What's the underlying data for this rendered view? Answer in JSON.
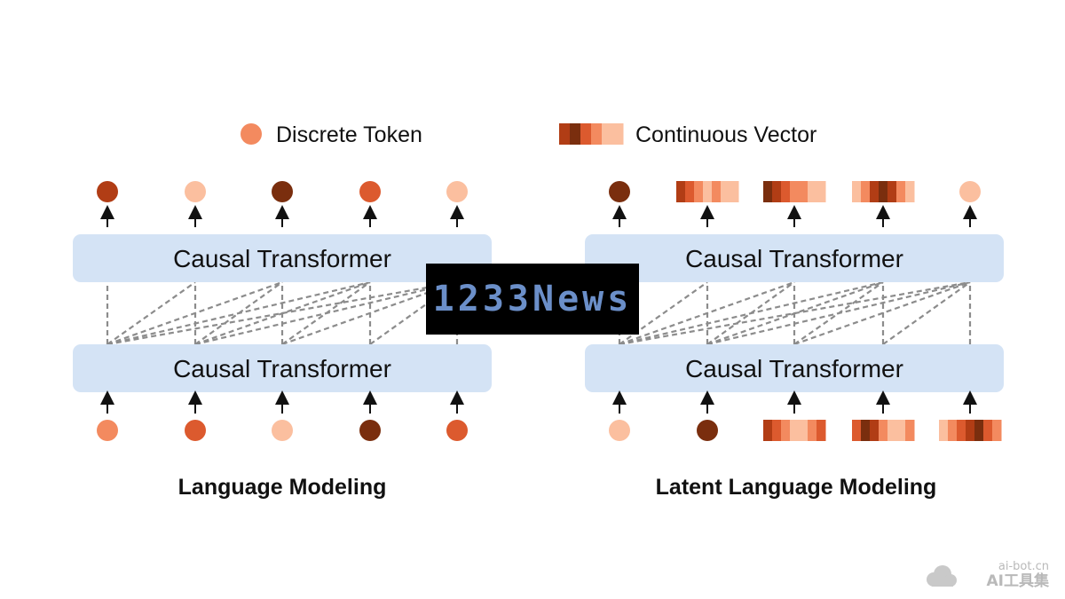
{
  "colors": {
    "box_fill": "#d4e3f5",
    "edge": "#8c8c8c",
    "arrow": "#111111",
    "palette": [
      "#fbbf9f",
      "#f38a5f",
      "#dc5a2e",
      "#b13d15",
      "#7a2e0e"
    ]
  },
  "legend": {
    "discrete_label": "Discrete Token",
    "continuous_label": "Continuous Vector"
  },
  "panels": [
    {
      "caption": "Language Modeling",
      "top_block": "Causal Transformer",
      "bottom_block": "Causal Transformer",
      "outputs": [
        {
          "kind": "token",
          "shade": 3
        },
        {
          "kind": "token",
          "shade": 0
        },
        {
          "kind": "token",
          "shade": 4
        },
        {
          "kind": "token",
          "shade": 2
        },
        {
          "kind": "token",
          "shade": 0
        }
      ],
      "inputs": [
        {
          "kind": "token",
          "shade": 1
        },
        {
          "kind": "token",
          "shade": 2
        },
        {
          "kind": "token",
          "shade": 0
        },
        {
          "kind": "token",
          "shade": 4
        },
        {
          "kind": "token",
          "shade": 2
        }
      ]
    },
    {
      "caption": "Latent Language Modeling",
      "top_block": "Causal Transformer",
      "bottom_block": "Causal Transformer",
      "outputs": [
        {
          "kind": "token",
          "shade": 4
        },
        {
          "kind": "vector",
          "shades": [
            3,
            2,
            1,
            0,
            1,
            0,
            0
          ]
        },
        {
          "kind": "vector",
          "shades": [
            4,
            3,
            2,
            1,
            1,
            0,
            0
          ]
        },
        {
          "kind": "vector",
          "shades": [
            0,
            1,
            3,
            4,
            3,
            1,
            0
          ]
        },
        {
          "kind": "token",
          "shade": 0
        }
      ],
      "inputs": [
        {
          "kind": "token",
          "shade": 0
        },
        {
          "kind": "token",
          "shade": 4
        },
        {
          "kind": "vector",
          "shades": [
            3,
            2,
            1,
            0,
            0,
            1,
            2
          ]
        },
        {
          "kind": "vector",
          "shades": [
            2,
            4,
            3,
            1,
            0,
            0,
            1
          ]
        },
        {
          "kind": "vector",
          "shades": [
            0,
            1,
            2,
            3,
            4,
            2,
            1
          ]
        }
      ]
    }
  ],
  "watermark": "1233News",
  "corner_mark": {
    "url": "ai-bot.cn",
    "name": "AI工具集"
  }
}
